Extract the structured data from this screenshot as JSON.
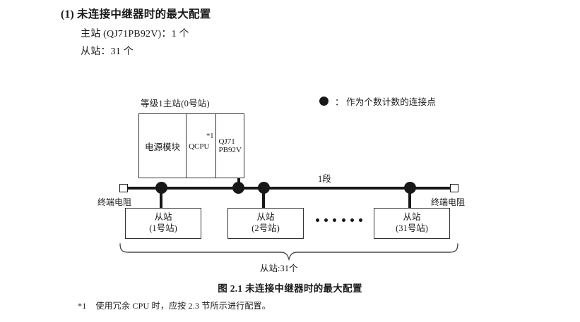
{
  "heading": {
    "number": "(1)",
    "title": "未连接中继器时的最大配置"
  },
  "specs": {
    "master_line": "主站 (QJ71PB92V)：1 个",
    "slave_line": "从站：31 个"
  },
  "legend": {
    "symbol": "dot-icon",
    "text": "： 作为个数计数的连接点"
  },
  "diagram": {
    "master_caption": "等级1主站(0号站)",
    "master_modules": {
      "power": "电源模块",
      "cpu": "QCPU",
      "cpu_note": "*1",
      "network": "QJ71\nPB92V",
      "network_line1": "QJ71",
      "network_line2": "PB92V"
    },
    "segment_label": "1段",
    "terminator_left": "终端电阻",
    "terminator_right": "终端电阻",
    "slaves": [
      {
        "title": "从站",
        "station": "(1号站)"
      },
      {
        "title": "从站",
        "station": "(2号站)"
      },
      {
        "title": "从站",
        "station": "(31号站)"
      }
    ],
    "ellipsis_dots": 6,
    "brace_label": "从站:31个"
  },
  "caption": "图 2.1  未连接中继器时的最大配置",
  "footnote": {
    "mark": "*1",
    "text": "使用冗余 CPU 时，应按 2.3 节所示进行配置。"
  },
  "colors": {
    "ink": "#1a1a1a",
    "line": "#181818",
    "box_border": "#333333",
    "background": "#ffffff"
  }
}
